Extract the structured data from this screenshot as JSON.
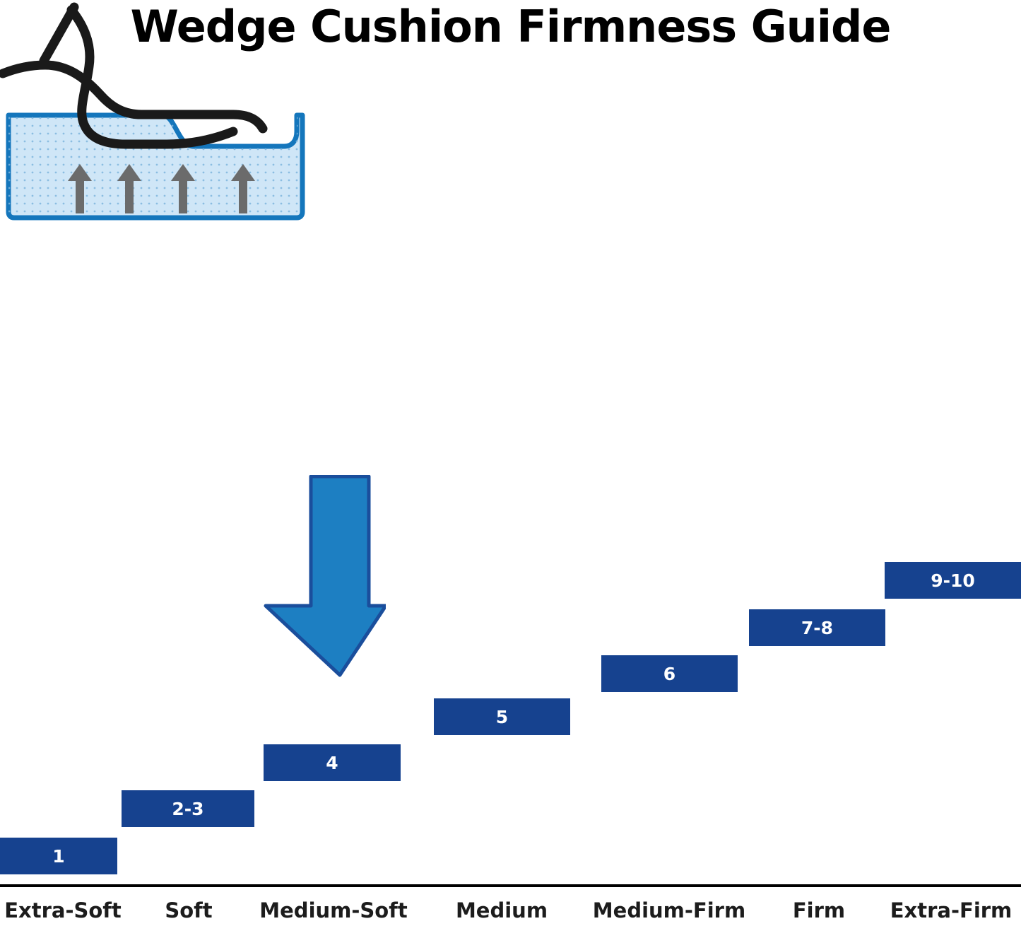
{
  "title": "Wedge Cushion Firmness Guide",
  "illustration": {
    "name": "foot-on-cushion-illustration",
    "cushion_fill": "#cfe6f7",
    "cushion_stroke": "#1476bc",
    "foot_stroke": "#1a1a1a",
    "arrow_color": "#6b6b6b",
    "arrow_count": 4
  },
  "indicator": {
    "name": "selected-firmness-arrow",
    "color": "#1d7fc2",
    "points_to": "Medium-Soft"
  },
  "chart_data": {
    "type": "bar",
    "title": "Wedge Cushion Firmness Guide",
    "xlabel": "",
    "ylabel": "",
    "grid": false,
    "legend": null,
    "categories": [
      "Extra-Soft",
      "Soft",
      "Medium-Soft",
      "Medium",
      "Medium-Firm",
      "Firm",
      "Extra-Firm"
    ],
    "value_labels": [
      "1",
      "2-3",
      "4",
      "5",
      "6",
      "7-8",
      "9-10"
    ],
    "values": [
      1,
      2.5,
      4,
      5,
      6,
      7.5,
      9.5
    ],
    "ylim": [
      0,
      10
    ],
    "highlighted_category": "Medium-Soft",
    "bar_color": "#16428f",
    "bar_text_color": "#ffffff",
    "axis_color": "#000000"
  }
}
